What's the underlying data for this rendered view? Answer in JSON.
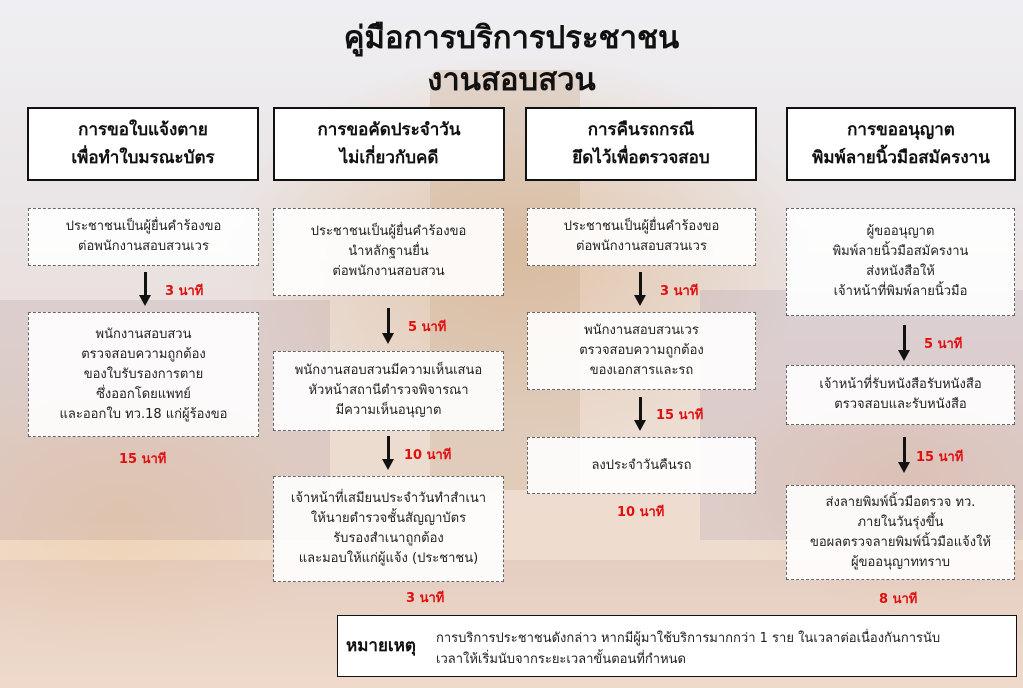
{
  "title": {
    "line1": "คู่มือการบริการประชาชน",
    "line2": "งานสอบสวน"
  },
  "columns": [
    {
      "header": [
        "การขอใบแจ้งตาย",
        "เพื่อทำใบมรณะบัตร"
      ],
      "steps": [
        [
          "ประชาชนเป็นผู้ยื่นคำร้องขอ",
          "ต่อพนักงานสอบสวนเวร"
        ],
        [
          "พนักงานสอบสวน",
          "ตรวจสอบความถูกต้อง",
          "ของใบรับรองการตาย",
          "ซึ่งออกโดยแพทย์",
          "และออกใบ ทว.18 แก่ผู้ร้องขอ"
        ]
      ],
      "times": [
        "3 นาที",
        "15 นาที"
      ]
    },
    {
      "header": [
        "การขอคัดประจำวัน",
        "ไม่เกี่ยวกับคดี"
      ],
      "steps": [
        [
          "ประชาชนเป็นผู้ยื่นคำร้องขอ",
          "นำหลักฐานยื่น",
          "ต่อพนักงานสอบสวน"
        ],
        [
          "พนักงานสอบสวนมีความเห็นเสนอ",
          "หัวหน้าสถานีตำรวจพิจารณา",
          "มีความเห็นอนุญาต"
        ],
        [
          "เจ้าหน้าที่เสมียนประจำวันทำสำเนา",
          "ให้นายตำรวจชั้นสัญญาบัตร",
          "รับรองสำเนาถูกต้อง",
          "และมอบให้แก่ผู้แจ้ง (ประชาชน)"
        ]
      ],
      "times": [
        "5 นาที",
        "10 นาที",
        "3 นาที"
      ]
    },
    {
      "header": [
        "การคืนรถกรณี",
        "ยึดไว้เพื่อตรวจสอบ"
      ],
      "steps": [
        [
          "ประชาชนเป็นผู้ยื่นคำร้องขอ",
          "ต่อพนักงานสอบสวนเวร"
        ],
        [
          "พนักงานสอบสวนเวร",
          "ตรวจสอบความถูกต้อง",
          "ของเอกสารและรถ"
        ],
        [
          "ลงประจำวันคืนรถ"
        ]
      ],
      "times": [
        "3 นาที",
        "15 นาที",
        "10 นาที"
      ]
    },
    {
      "header": [
        "การขออนุญาต",
        "พิมพ์ลายนิ้วมือสมัครงาน"
      ],
      "steps": [
        [
          "ผู้ขออนุญาต",
          "พิมพ์ลายนิ้วมือสมัครงาน",
          "ส่งหนังสือให้",
          "เจ้าหน้าที่พิมพ์ลายนิ้วมือ"
        ],
        [
          "เจ้าหน้าที่รับหนังสือรับหนังสือ",
          "ตรวจสอบและรับหนังสือ"
        ],
        [
          "ส่งลายพิมพ์นิ้วมือตรวจ ทว.",
          "ภายในวันรุ่งขึ้น",
          "ขอผลตรวจลายพิมพ์นิ้วมือแจ้งให้",
          "ผู้ขออนุญาททราบ"
        ]
      ],
      "times": [
        "5 นาที",
        "15 นาที",
        "8 นาที"
      ]
    }
  ],
  "note": {
    "label": "หมายเหตุ",
    "line1": "การบริการประชาชนดังกล่าว หากมีผู้มาใช้บริการมากกว่า 1 ราย ในเวลาต่อเนื่องกันการนับ",
    "line2": "เวลาให้เริ่มนับจากระยะเวลาขั้นตอนที่กำหนด"
  }
}
